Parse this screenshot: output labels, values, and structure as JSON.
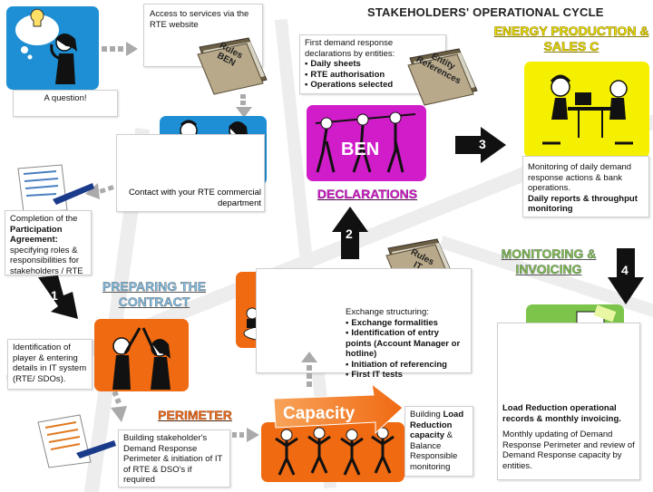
{
  "title": "STAKEHOLDERS' OPERATIONAL CYCLE",
  "stages": {
    "energy": "ENERGY PRODUCTION & SALES C",
    "declarations": "DECLARATIONS",
    "monitoring": "MONITORING & INVOICING",
    "preparing": "PREPARING THE CONTRACT",
    "perimeter": "PERIMETER"
  },
  "steps": [
    "1",
    "2",
    "3",
    "4"
  ],
  "folders": {
    "rules_ben": "Rules BEN",
    "entity_refs": "Entity References",
    "rules_it": "Rules IT"
  },
  "images": {
    "ben": "BEN",
    "capacity": "Capacity"
  },
  "boxes": {
    "question": "A question!",
    "access": "Access to services via the RTE website",
    "contact": "Contact with your RTE commercial department",
    "first_demand_intro": "First demand response declarations by entities:",
    "first_demand_items": [
      "Daily sheets",
      "RTE authorisation",
      "Operations selected"
    ],
    "monitoring_daily": "Monitoring of daily demand response actions & bank operations.",
    "monitoring_daily_bold": "Daily reports & throughput monitoring",
    "completion_pre": "Completion of the",
    "completion_bold": "Participation Agreement:",
    "completion_post": "specifying roles & responsibilities for stakeholders / RTE",
    "exchange_intro": "Exchange structuring:",
    "exchange_items": [
      "Exchange formalities",
      "Identification of entry points (Account Manager or hotline)",
      "Initiation of referencing",
      "First IT tests"
    ],
    "identification": "Identification of player & entering details in IT system (RTE/ SDOs).",
    "load_reduction_bold": "Load Reduction operational records & monthly invoicing.",
    "load_reduction": "Monthly updating of Demand Response Perimeter and review of Demand Response capacity by entities.",
    "building_stakeholder": "Building stakeholder's Demand Response Perimeter & initiation of IT of RTE & DSO's if required",
    "building_load_pre": "Building",
    "building_load_bold": "Load Reduction capacity",
    "building_load_post": "& Balance Responsible monitoring"
  },
  "colors": {
    "blue_tile": "#1e8fd4",
    "magenta_tile": "#d11cc9",
    "orange_tile": "#f06a12",
    "yellow_tile": "#f5f000"
  }
}
